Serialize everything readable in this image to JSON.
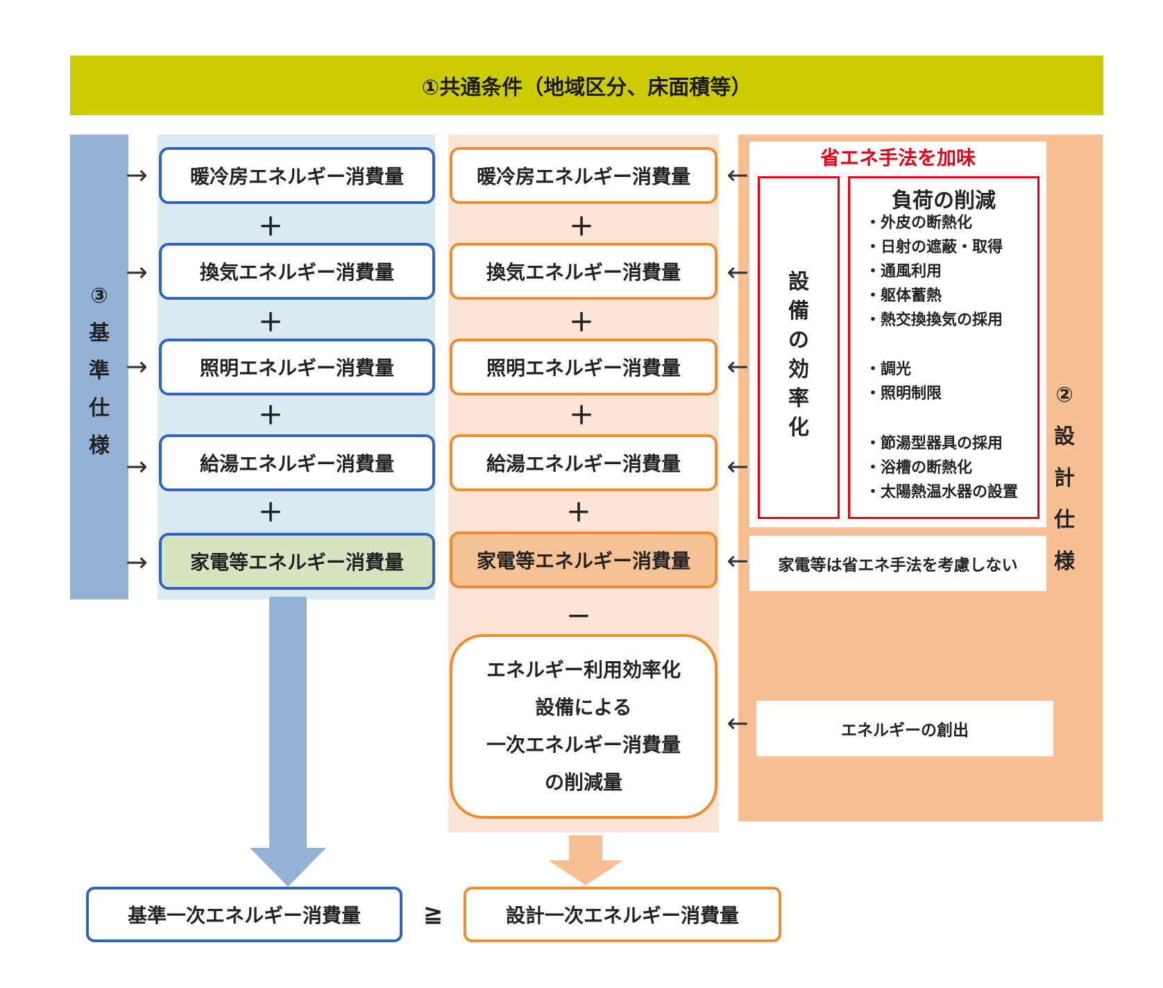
{
  "header": {
    "common_conditions": "①共通条件（地域区分、床面積等）"
  },
  "standard": {
    "label_lines": [
      "③",
      "基",
      "準",
      "仕",
      "様"
    ]
  },
  "design": {
    "label_lines": [
      "②",
      "設",
      "計",
      "仕",
      "様"
    ]
  },
  "standard_column": {
    "items": [
      "暖冷房エネルギー消費量",
      "換気エネルギー消費量",
      "照明エネルギー消費量",
      "給湯エネルギー消費量",
      "家電等エネルギー消費量"
    ]
  },
  "design_column": {
    "items": [
      "暖冷房エネルギー消費量",
      "換気エネルギー消費量",
      "照明エネルギー消費量",
      "給湯エネルギー消費量",
      "家電等エネルギー消費量"
    ],
    "reduction_lines": [
      "エネルギー利用効率化",
      "設備による",
      "一次エネルギー消費量",
      "の削減量"
    ]
  },
  "operators": {
    "plus": "＋",
    "minus": "－",
    "geq": "≧",
    "arrow": "→",
    "arrow_left": "←"
  },
  "energy_saving": {
    "title": "省エネ手法を加味",
    "equipment_efficiency_lines": [
      "設",
      "備",
      "の",
      "効",
      "率",
      "化"
    ],
    "load_reduction_title": "負荷の削減",
    "load_items": [
      "・外皮の断熱化",
      "・日射の遮蔽・取得",
      "・通風利用",
      "・躯体蓄熱",
      "・熱交換換気の採用"
    ],
    "lighting_items": [
      "・調光",
      "・照明制限"
    ],
    "hot_water_items": [
      "・節湯型器具の採用",
      "・浴槽の断熱化",
      "・太陽熱温水器の設置"
    ]
  },
  "appliance_note": "家電等は省エネ手法を考慮しない",
  "creation_note": "エネルギーの創出",
  "results": {
    "standard": "基準一次エネルギー消費量",
    "design": "設計一次エネルギー消費量"
  },
  "colors": {
    "header": "#cccc00",
    "blue_bar": "#94b1d6",
    "blue_column": "#dcebf2",
    "peach_column": "#fce5d4",
    "right_panel": "#f8bf93",
    "blue_border": "#2e64c0",
    "orange_border": "#f08c2e",
    "red": "#e60012"
  }
}
